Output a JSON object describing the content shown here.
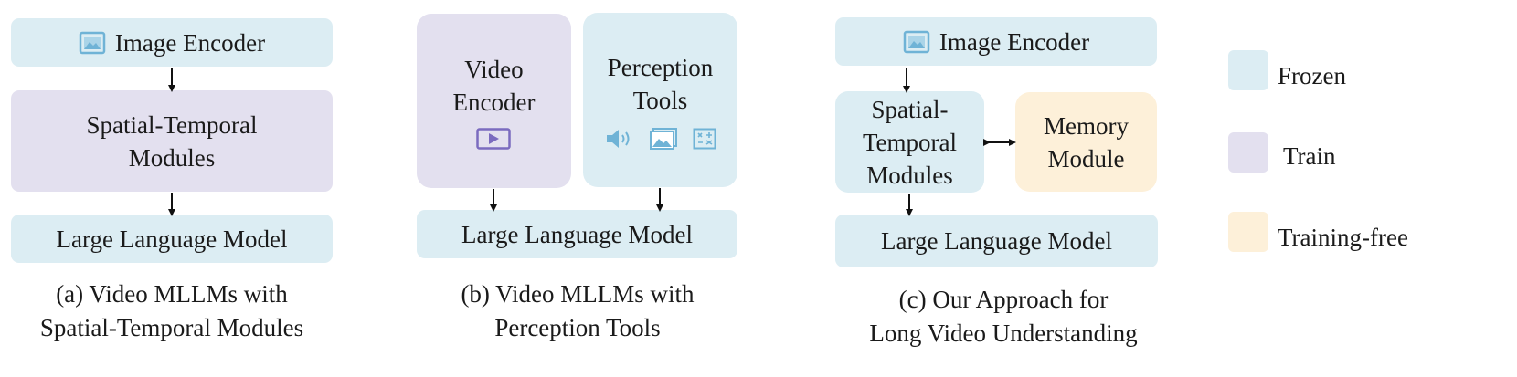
{
  "panel_a": {
    "image_encoder": "Image Encoder",
    "spatial_temporal_line1": "Spatial-Temporal",
    "spatial_temporal_line2": "Modules",
    "llm": "Large Language Model",
    "caption_line1": "(a) Video MLLMs with",
    "caption_line2": "Spatial-Temporal Modules"
  },
  "panel_b": {
    "video_encoder_line1": "Video",
    "video_encoder_line2": "Encoder",
    "perception_line1": "Perception",
    "perception_line2": "Tools",
    "llm": "Large Language Model",
    "caption_line1": "(b) Video MLLMs with",
    "caption_line2": "Perception Tools"
  },
  "panel_c": {
    "image_encoder": "Image Encoder",
    "spatial_temporal_line1": "Spatial-",
    "spatial_temporal_line2": "Temporal",
    "spatial_temporal_line3": "Modules",
    "memory_line1": "Memory",
    "memory_line2": "Module",
    "llm": "Large Language Model",
    "caption_line1": "(c) Our Approach for",
    "caption_line2": "Long Video Understanding"
  },
  "legend": {
    "frozen": "Frozen",
    "train": "Train",
    "training_free": "Training-free"
  },
  "colors": {
    "frozen": "#dcedf3",
    "train": "#e3e0ef",
    "training_free": "#fdf0d9",
    "icon_blue": "#6fb3d6",
    "icon_purple": "#7b6bbf"
  },
  "icons": [
    "image-icon",
    "play-icon",
    "speaker-icon",
    "picture-icon",
    "formula-icon"
  ]
}
